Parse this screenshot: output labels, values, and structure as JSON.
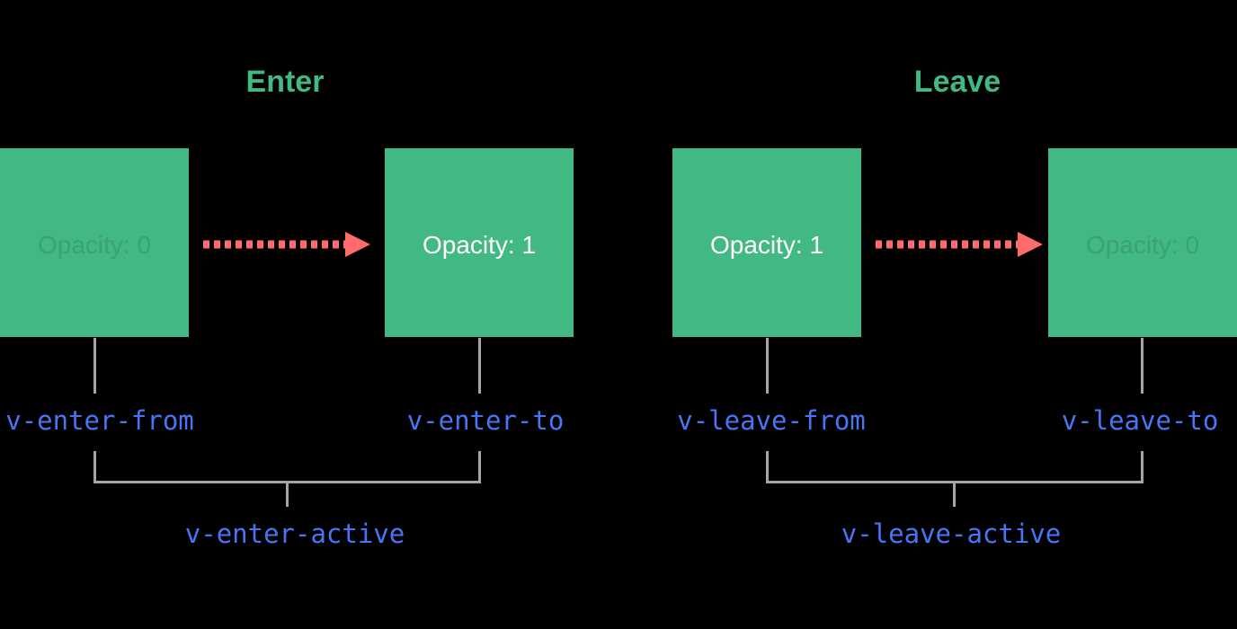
{
  "diagram": {
    "background": "#000000",
    "colors": {
      "box_green": "#42b883",
      "title_green": "#42b883",
      "label_blue": "#4676f5",
      "arrow_red": "#ff6b6b",
      "line_gray": "#a5a5a5",
      "box_text_white": "#ffffff"
    },
    "groups": [
      {
        "title": "Enter",
        "from_box": {
          "label": "Opacity: 0",
          "faded": true
        },
        "to_box": {
          "label": "Opacity: 1",
          "faded": false
        },
        "from_class": "v-enter-from",
        "to_class": "v-enter-to",
        "active_class": "v-enter-active",
        "arrow": "dashed-right-arrow"
      },
      {
        "title": "Leave",
        "from_box": {
          "label": "Opacity: 1",
          "faded": false
        },
        "to_box": {
          "label": "Opacity: 0",
          "faded": true
        },
        "from_class": "v-leave-from",
        "to_class": "v-leave-to",
        "active_class": "v-leave-active",
        "arrow": "dashed-right-arrow"
      }
    ]
  }
}
